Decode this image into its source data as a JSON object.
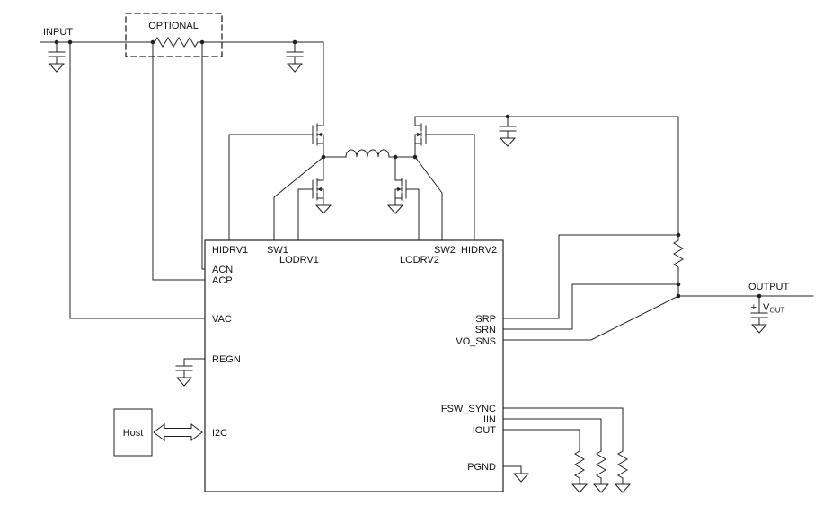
{
  "diagram": {
    "labels": {
      "input": "INPUT",
      "optional": "OPTIONAL",
      "output": "OUTPUT",
      "host": "Host",
      "vout_plus": "+",
      "vout_v": "V",
      "vout_sub": "OUT"
    },
    "ic": {
      "pins_top": [
        "HIDRV1",
        "SW1",
        "LODRV1",
        "LODRV2",
        "SW2",
        "HIDRV2"
      ],
      "pins_left": [
        "ACN",
        "ACP",
        "VAC",
        "REGN",
        "I2C"
      ],
      "pins_right": [
        "SRP",
        "SRN",
        "VO_SNS",
        "FSW_SYNC",
        "IIN",
        "IOUT",
        "PGND"
      ]
    },
    "colors": {
      "wire": "#222222",
      "background": "#ffffff"
    }
  }
}
